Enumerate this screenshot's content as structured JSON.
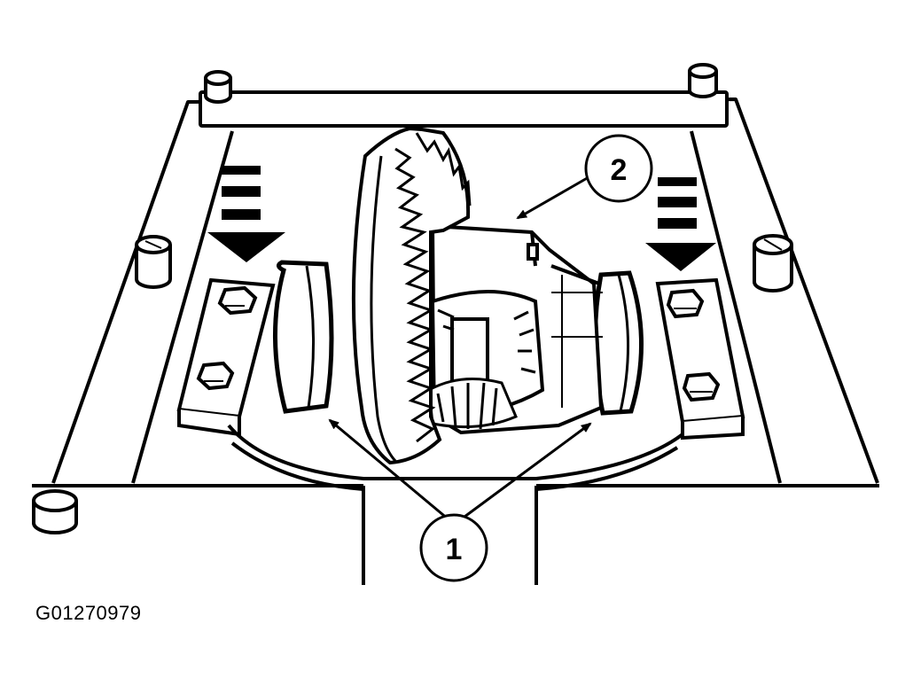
{
  "figure": {
    "id": "G01270979",
    "subject": "differential-carrier-installation",
    "callouts": [
      {
        "number": "1",
        "target": "side-bearing-cups"
      },
      {
        "number": "2",
        "target": "differential-case"
      }
    ],
    "colors": {
      "ink": "#000000",
      "paper": "#ffffff"
    }
  }
}
